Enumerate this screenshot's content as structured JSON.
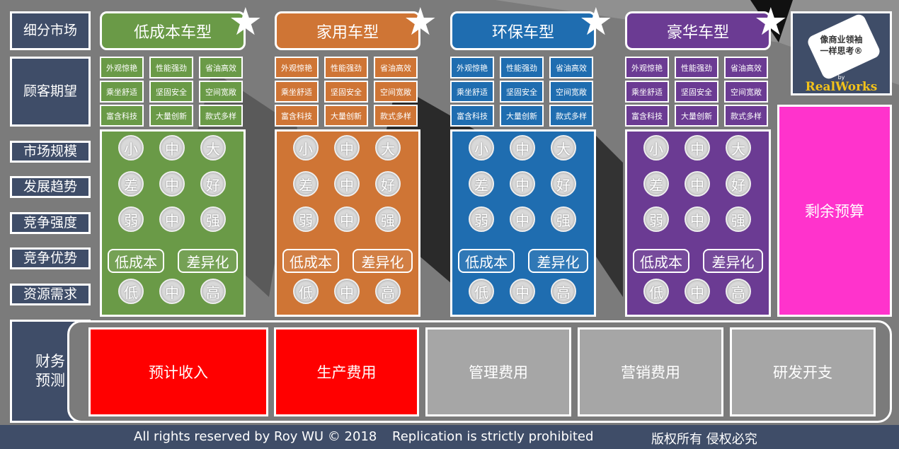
{
  "row_labels": [
    "细分市场",
    "顾客期望",
    "市场规模",
    "发展趋势",
    "竞争强度",
    "竞争优势",
    "资源需求",
    "财务\n预测"
  ],
  "segments": [
    {
      "title": "低成本车型",
      "color": "#6a9a47"
    },
    {
      "title": "家用车型",
      "color": "#cf7535"
    },
    {
      "title": "环保车型",
      "color": "#1f6db0"
    },
    {
      "title": "豪华车型",
      "color": "#6b3b93"
    }
  ],
  "expectations": [
    "外观惊艳",
    "性能强劲",
    "省油高效",
    "乘坐舒适",
    "坚固安全",
    "空间宽敞",
    "富含科技",
    "大量创新",
    "款式多样"
  ],
  "scales": {
    "size": [
      "小",
      "中",
      "大"
    ],
    "trend": [
      "差",
      "中",
      "好"
    ],
    "competition": [
      "弱",
      "中",
      "强"
    ],
    "advantage": [
      "低成本",
      "差异化"
    ],
    "resources": [
      "低",
      "中",
      "高"
    ]
  },
  "remaining_budget": "剩余预算",
  "logo": {
    "line1": "像商业领袖",
    "line2": "一样思考®",
    "by": "by",
    "brand": "RealWorks"
  },
  "finance": [
    {
      "label": "预计收入",
      "color": "#ff0000"
    },
    {
      "label": "生产费用",
      "color": "#ff0000"
    },
    {
      "label": "管理费用",
      "color": "#a6a6a6"
    },
    {
      "label": "营销费用",
      "color": "#a6a6a6"
    },
    {
      "label": "研发开支",
      "color": "#a6a6a6"
    }
  ],
  "footer": {
    "rights": "All rights reserved by Roy WU © 2018",
    "replication": "Replication is strictly prohibited",
    "cn": "版权所有 侵权必究"
  }
}
